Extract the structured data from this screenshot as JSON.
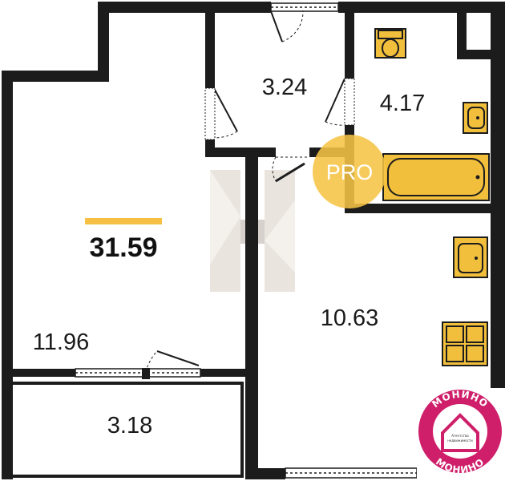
{
  "plan": {
    "total_area": "31.59",
    "rooms": {
      "living_room": "11.96",
      "balcony": "3.18",
      "hallway": "3.24",
      "bathroom": "4.17",
      "kitchen": "10.63"
    },
    "pro_badge": "PRO",
    "agency_logo": {
      "arc_top": "МОНИНО",
      "arc_bottom": "МОНИНО",
      "tagline_1": "Агентство",
      "tagline_2": "недвижимости"
    },
    "colors": {
      "wall": "#1c1c1c",
      "fixture_fill": "#f2bf3c",
      "accent_bar": "#f5c043",
      "pro_circle": "#f6c444",
      "logo_magenta": "#cf1f6a",
      "watermark": "#d8ccc3"
    }
  }
}
